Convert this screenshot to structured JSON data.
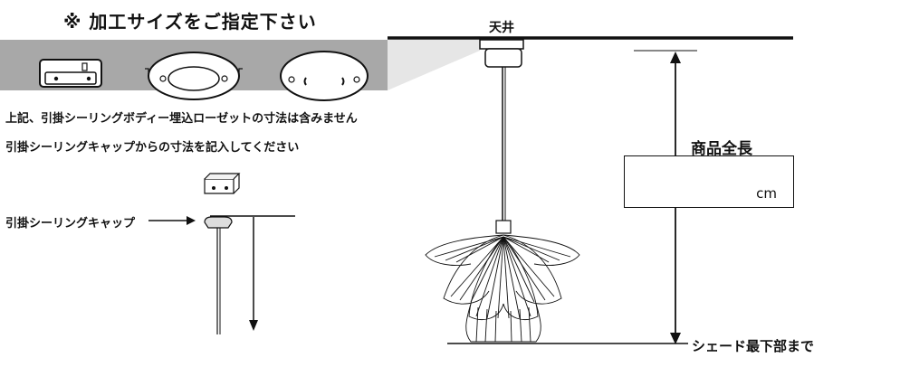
{
  "heading": "※ 加工サイズをご指定下さい",
  "notes": {
    "line1": "上記、引掛シーリングボディー埋込ローゼットの寸法は含みません",
    "line2": "引掛シーリングキャップからの寸法を記入してください"
  },
  "cap_label": "引掛シーリングキャップ",
  "ceiling_label": "天井",
  "length": {
    "title": "商品全長",
    "unit": "cm"
  },
  "shade_bottom_label": "シェード最下部まで",
  "colors": {
    "band": "#a8a8a8",
    "line": "#111111"
  }
}
